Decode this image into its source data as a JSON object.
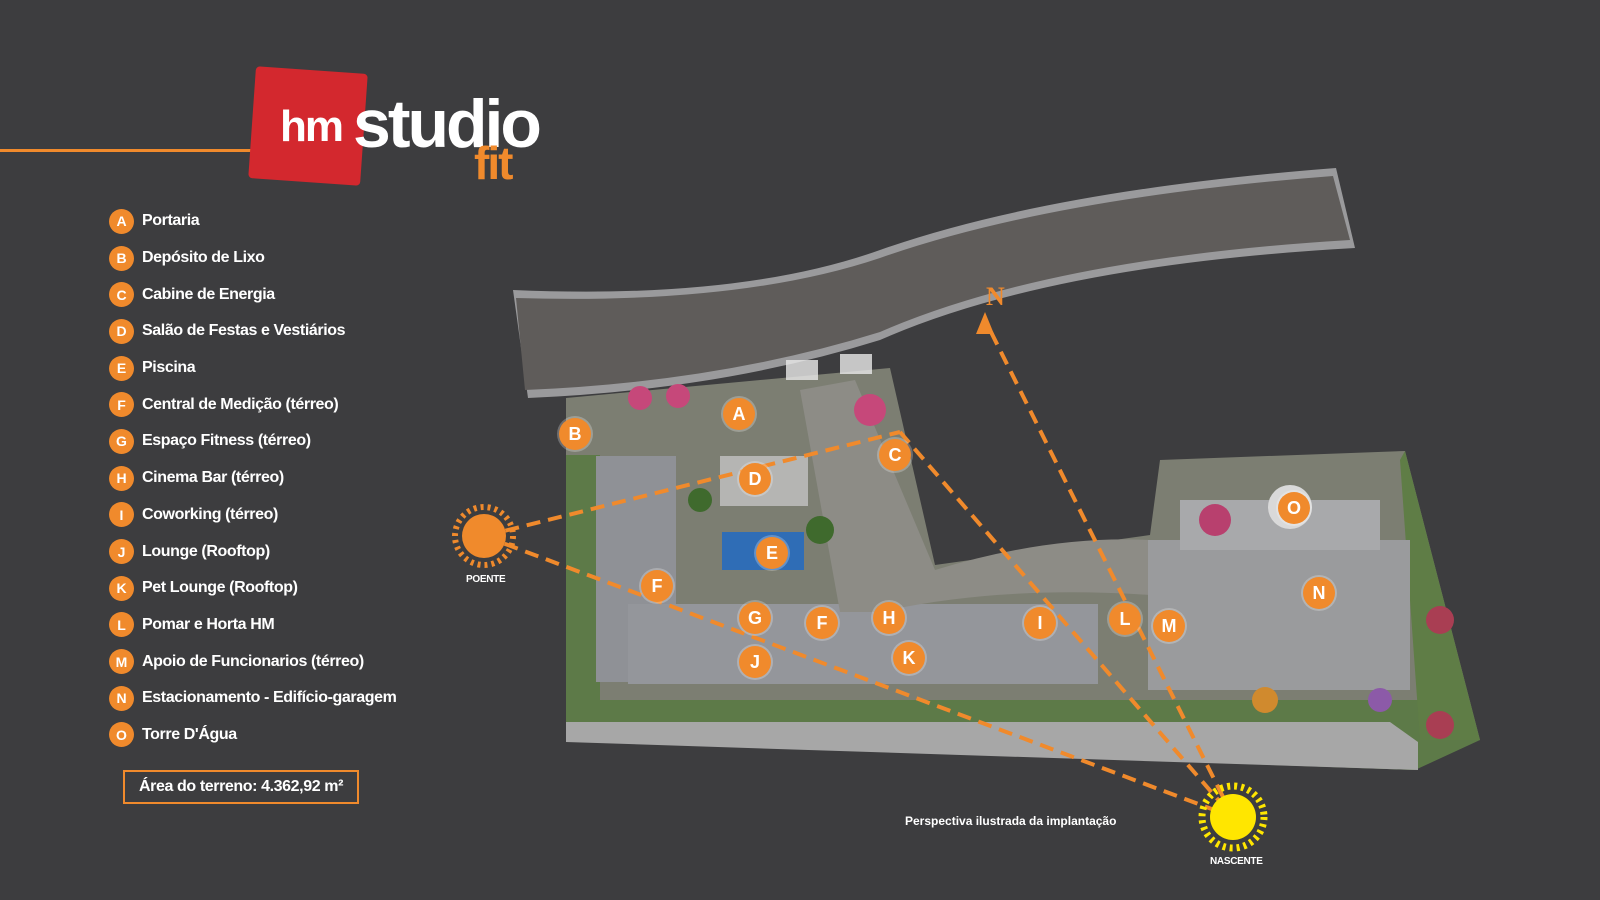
{
  "brand": {
    "hm": "hm",
    "studio": "studio",
    "fit": "fit"
  },
  "legend": [
    {
      "letter": "A",
      "label": "Portaria"
    },
    {
      "letter": "B",
      "label": "Depósito de Lixo"
    },
    {
      "letter": "C",
      "label": "Cabine de Energia"
    },
    {
      "letter": "D",
      "label": "Salão de Festas e Vestiários"
    },
    {
      "letter": "E",
      "label": "Piscina"
    },
    {
      "letter": "F",
      "label": "Central de Medição (térreo)"
    },
    {
      "letter": "G",
      "label": "Espaço Fitness (térreo)"
    },
    {
      "letter": "H",
      "label": "Cinema Bar (térreo)"
    },
    {
      "letter": "I",
      "label": "Coworking (térreo)"
    },
    {
      "letter": "J",
      "label": "Lounge (Rooftop)"
    },
    {
      "letter": "K",
      "label": "Pet Lounge (Rooftop)"
    },
    {
      "letter": "L",
      "label": "Pomar e Horta HM"
    },
    {
      "letter": "M",
      "label": "Apoio de Funcionarios (térreo)"
    },
    {
      "letter": "N",
      "label": "Estacionamento - Edifício-garagem"
    },
    {
      "letter": "O",
      "label": "Torre D'Água"
    }
  ],
  "area": "Área do terreno: 4.362,92 m²",
  "caption": "Perspectiva ilustrada da implantação",
  "sun": {
    "west": "POENTE",
    "east": "NASCENTE"
  },
  "north": "N",
  "map_labels": [
    "A",
    "B",
    "C",
    "D",
    "E",
    "F",
    "F",
    "G",
    "H",
    "I",
    "J",
    "K",
    "L",
    "M",
    "N",
    "O"
  ],
  "colors": {
    "background": "#3d3d3f",
    "accent": "#f08a2c",
    "brand_red": "#d3282e",
    "sun_set": "#f08a2c",
    "sun_rise": "#ffe600"
  }
}
